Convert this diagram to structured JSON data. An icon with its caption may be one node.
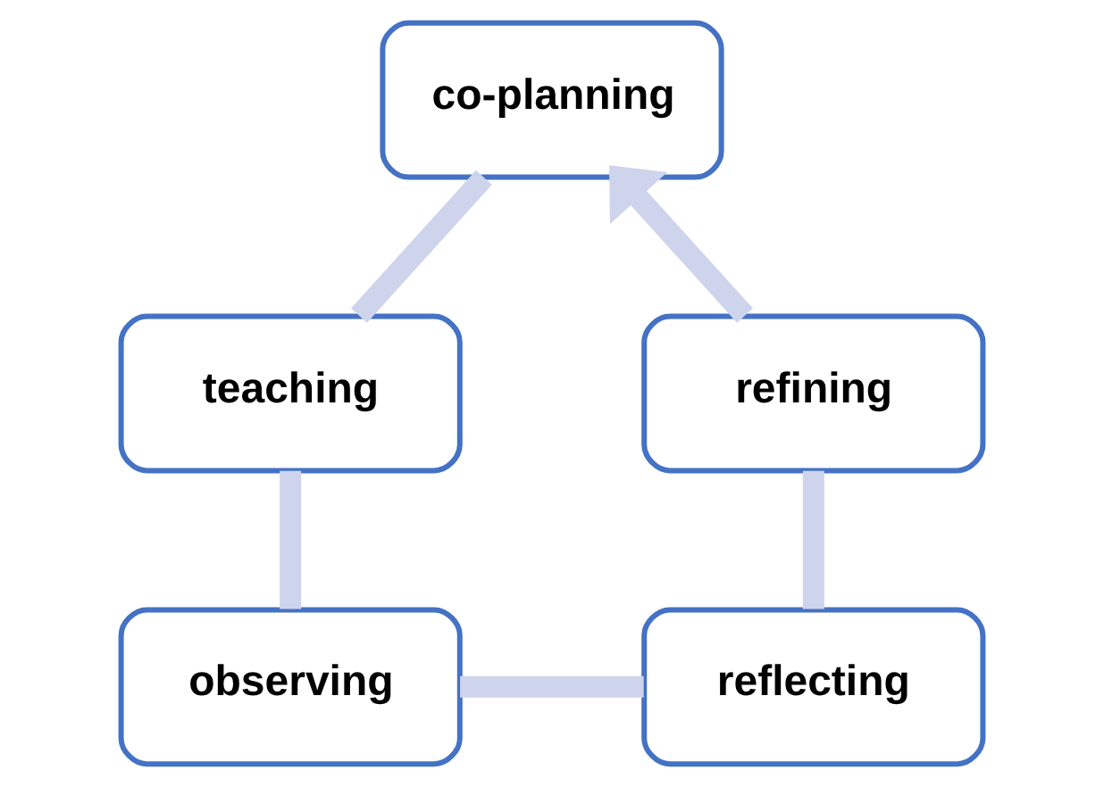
{
  "diagram": {
    "nodes": [
      {
        "text": [
          "co-planning"
        ]
      },
      {
        "text": [
          "teaching"
        ]
      },
      {
        "text": [
          "observing"
        ]
      },
      {
        "text": [
          "reflecting"
        ]
      },
      {
        "text": [
          "refining"
        ]
      }
    ],
    "edges": [
      {
        "from": 0,
        "to": 1,
        "arrow": "none"
      },
      {
        "from": 1,
        "to": 2,
        "arrow": "none"
      },
      {
        "from": 2,
        "to": 3,
        "arrow": "none"
      },
      {
        "from": 3,
        "to": 4,
        "arrow": "none"
      },
      {
        "from": 4,
        "to": 0,
        "arrow": "to"
      }
    ]
  }
}
